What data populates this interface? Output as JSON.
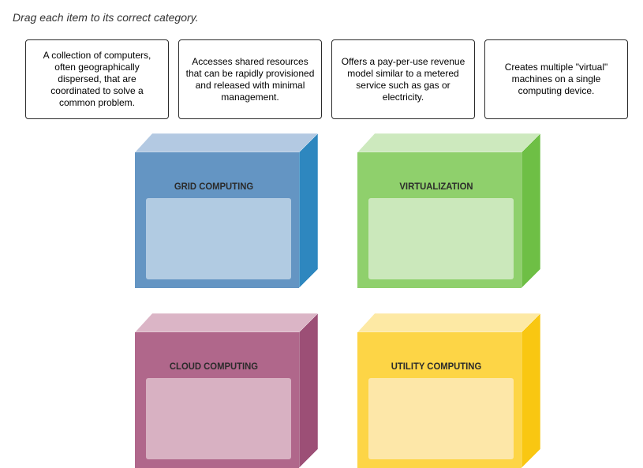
{
  "instruction": "Drag each item to its correct category.",
  "items": [
    {
      "text": "A collection of computers, often geographically dispersed, that are coordinated to solve a common problem."
    },
    {
      "text": "Accesses shared resources that can be rapidly provisioned and released with minimal management."
    },
    {
      "text": "Offers a pay-per-use revenue model similar to a metered service such as gas or electricity."
    },
    {
      "text": "Creates multiple \"virtual\" machines on a single computing device."
    }
  ],
  "categories": [
    {
      "label": "GRID COMPUTING",
      "colors": {
        "front": "#6495c3",
        "top": "#b3c9e2",
        "side": "#2e87bf",
        "drop": "#b1cbe2"
      }
    },
    {
      "label": "VIRTUALIZATION",
      "colors": {
        "front": "#8fd06c",
        "top": "#cde9be",
        "side": "#6ebf45",
        "drop": "#cbe8bb"
      }
    },
    {
      "label": "CLOUD COMPUTING",
      "colors": {
        "front": "#b0678b",
        "top": "#dbb5c6",
        "side": "#9c4f76",
        "drop": "#d8b1c2"
      }
    },
    {
      "label": "UTILITY COMPUTING",
      "colors": {
        "front": "#fdd546",
        "top": "#fde9a4",
        "side": "#f9c712",
        "drop": "#fde7a8"
      }
    }
  ]
}
